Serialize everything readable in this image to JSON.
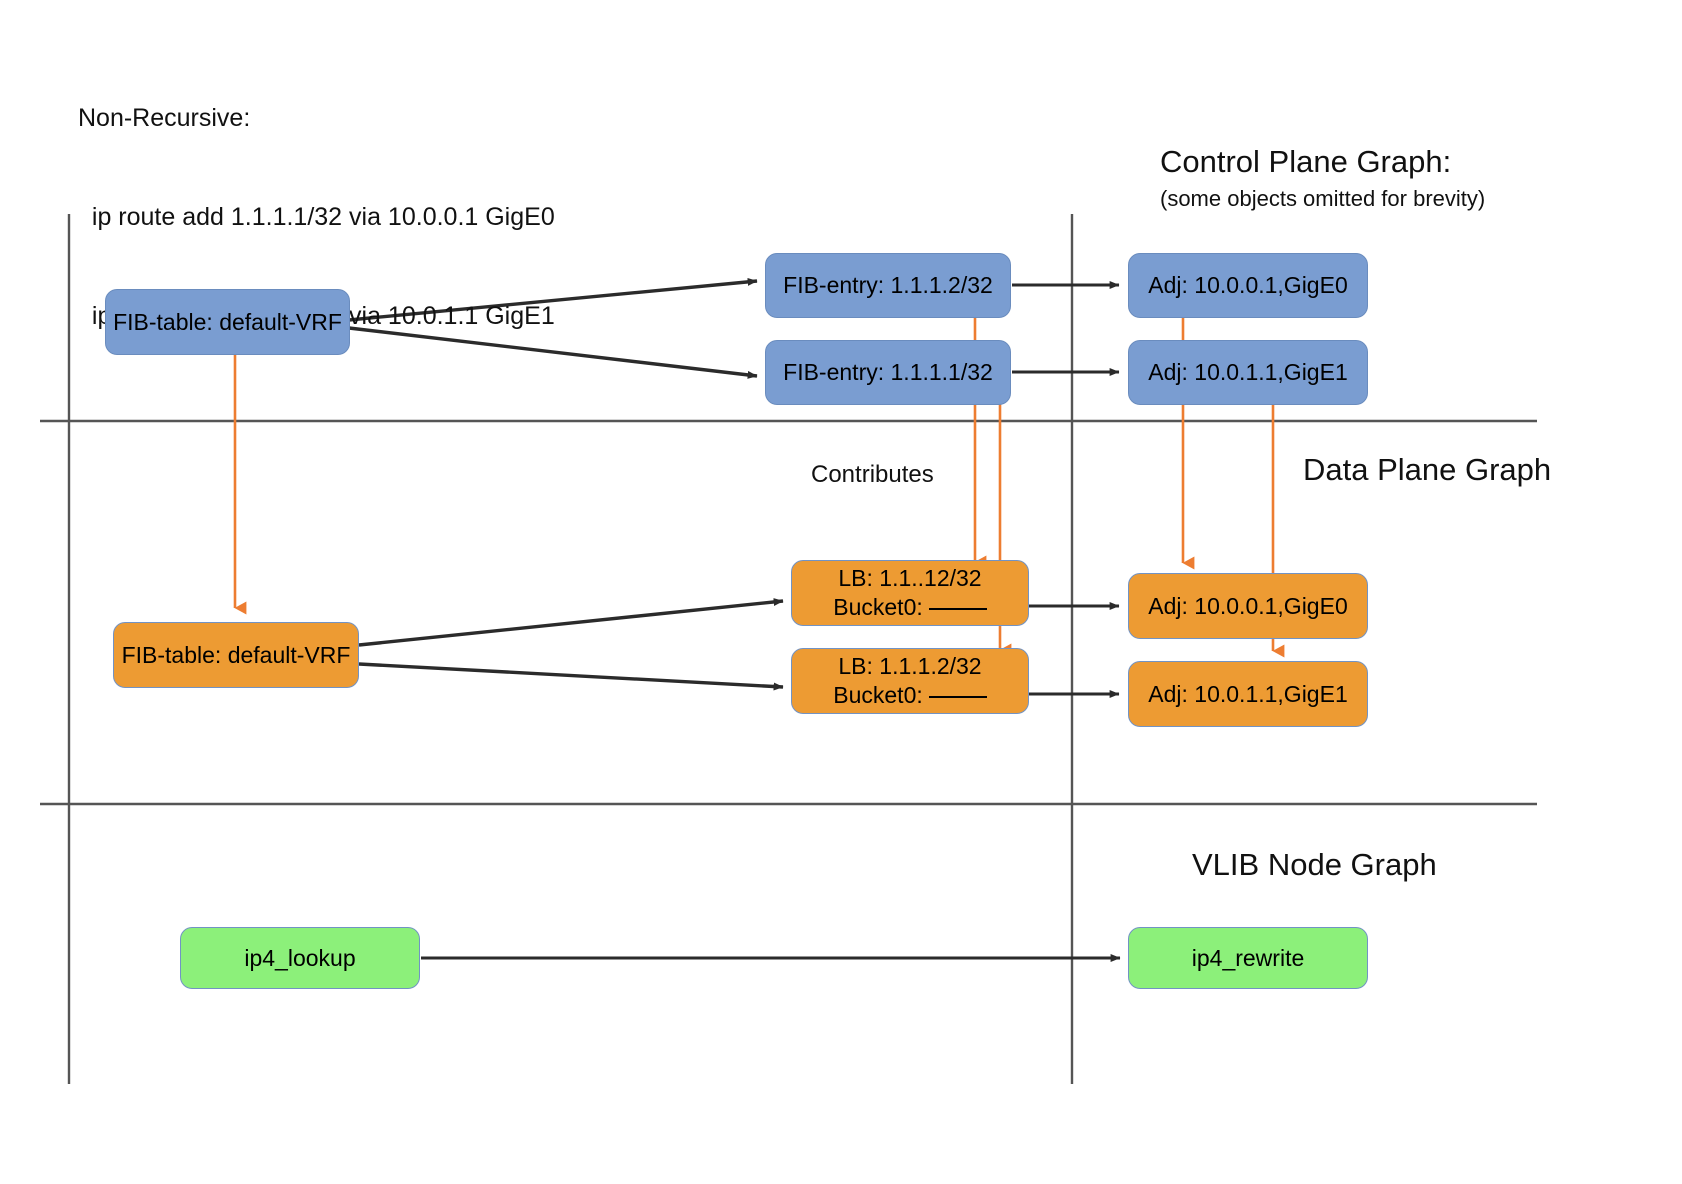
{
  "header": {
    "line1": "Non-Recursive:",
    "line2": "  ip route add 1.1.1.1/32 via 10.0.0.1 GigE0",
    "line3": "  ip route add 1.1.1.2/32 via 10.0.1.1 GigE1"
  },
  "lanes": {
    "control_plane": {
      "title": "Control Plane Graph:",
      "subtitle": "(some objects omitted for brevity)"
    },
    "data_plane": {
      "title": "Data Plane Graph"
    },
    "vlib": {
      "title": "VLIB Node Graph"
    }
  },
  "labels": {
    "contributes": "Contributes"
  },
  "colors": {
    "control_plane_node": "#7a9dd1",
    "data_plane_node": "#ed9b33",
    "vlib_node": "#8cf07a",
    "node_border": "#7293c4",
    "edge_black": "#2b2b2b",
    "edge_orange": "#ed7d31",
    "divider": "#555555"
  },
  "nodes": {
    "cp_fib_table": "FIB-table: default-VRF",
    "cp_fib_entry_2": "FIB-entry: 1.1.1.2/32",
    "cp_fib_entry_1": "FIB-entry: 1.1.1.1/32",
    "cp_adj_0": "Adj: 10.0.0.1,GigE0",
    "cp_adj_1": "Adj: 10.0.1.1,GigE1",
    "dp_fib_table": "FIB-table: default-VRF",
    "dp_lb_0_line1": "LB: 1.1..12/32",
    "dp_lb_0_line2": "Bucket0:",
    "dp_lb_1_line1": "LB: 1.1.1.2/32",
    "dp_lb_1_line2": "Bucket0:",
    "dp_adj_0": "Adj: 10.0.0.1,GigE0",
    "dp_adj_1": "Adj: 10.0.1.1,GigE1",
    "vlib_lookup": "ip4_lookup",
    "vlib_rewrite": "ip4_rewrite"
  }
}
